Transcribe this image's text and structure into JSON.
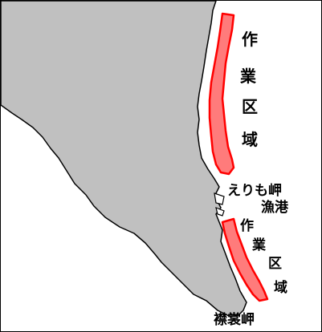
{
  "map": {
    "colors": {
      "land": "#c0c0c0",
      "work_zone_fill": "#ff7b7b",
      "work_zone_stroke": "#ff0000",
      "outline": "#000000",
      "background": "#ffffff"
    },
    "labels": {
      "zone_north": [
        "作",
        "業",
        "区",
        "域"
      ],
      "zone_south": [
        "作",
        "業",
        "区",
        "域"
      ],
      "port_line1": "えりも岬",
      "port_line2": "漁港",
      "cape": "襟裳岬"
    }
  }
}
